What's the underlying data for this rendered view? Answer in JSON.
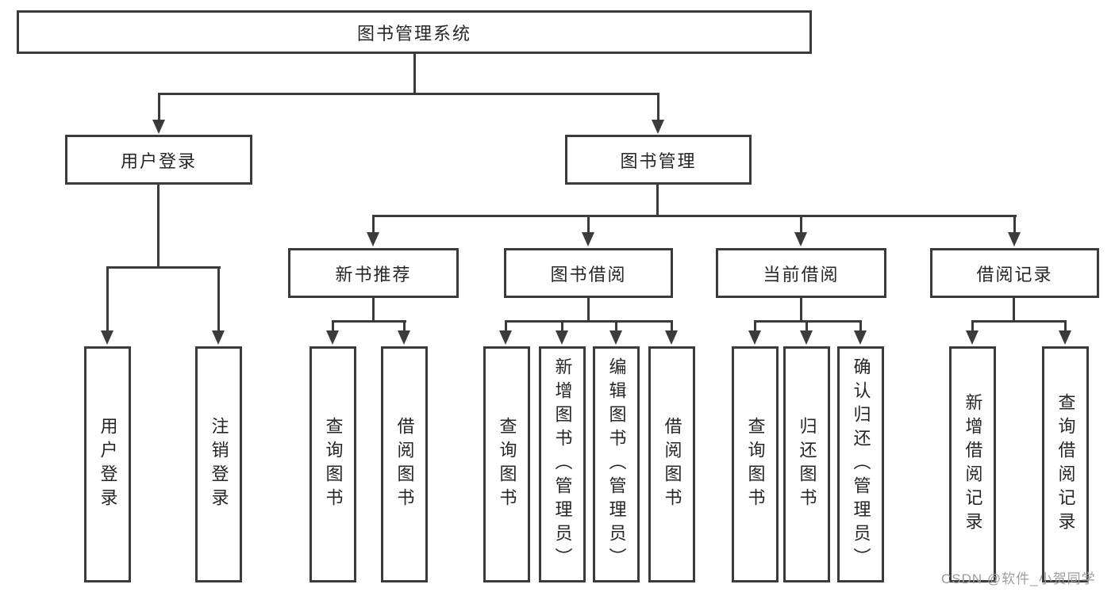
{
  "diagram": {
    "type": "tree",
    "root": "图书管理系统",
    "level2": [
      "用户登录",
      "图书管理"
    ],
    "level3": [
      "新书推荐",
      "图书借阅",
      "当前借阅",
      "借阅记录"
    ],
    "leaves": {
      "user_login": [
        "用户登录",
        "注销登录"
      ],
      "new_book_recommend": [
        "查询图书",
        "借阅图书"
      ],
      "book_borrow": [
        "查询图书",
        "新增图书（管理员）",
        "编辑图书（管理员）",
        "借阅图书"
      ],
      "current_borrow": [
        "查询图书",
        "归还图书",
        "确认归还（管理员）"
      ],
      "borrow_record": [
        "新增借阅记录",
        "查询借阅记录"
      ]
    },
    "edges": {
      "图书管理系统": [
        "用户登录",
        "图书管理"
      ],
      "用户登录": [
        "用户登录",
        "注销登录"
      ],
      "图书管理": [
        "新书推荐",
        "图书借阅",
        "当前借阅",
        "借阅记录"
      ],
      "新书推荐": [
        "查询图书",
        "借阅图书"
      ],
      "图书借阅": [
        "查询图书",
        "新增图书（管理员）",
        "编辑图书（管理员）",
        "借阅图书"
      ],
      "当前借阅": [
        "查询图书",
        "归还图书",
        "确认归还（管理员）"
      ],
      "借阅记录": [
        "新增借阅记录",
        "查询借阅记录"
      ]
    },
    "colors": {
      "line": "#3b3b3b",
      "text": "#262626",
      "box_fill": "#ffffff",
      "background": "#ffffff",
      "watermark": "#9c9c9c"
    }
  },
  "watermark": {
    "text": "CSDN @软件_小贺同学"
  }
}
